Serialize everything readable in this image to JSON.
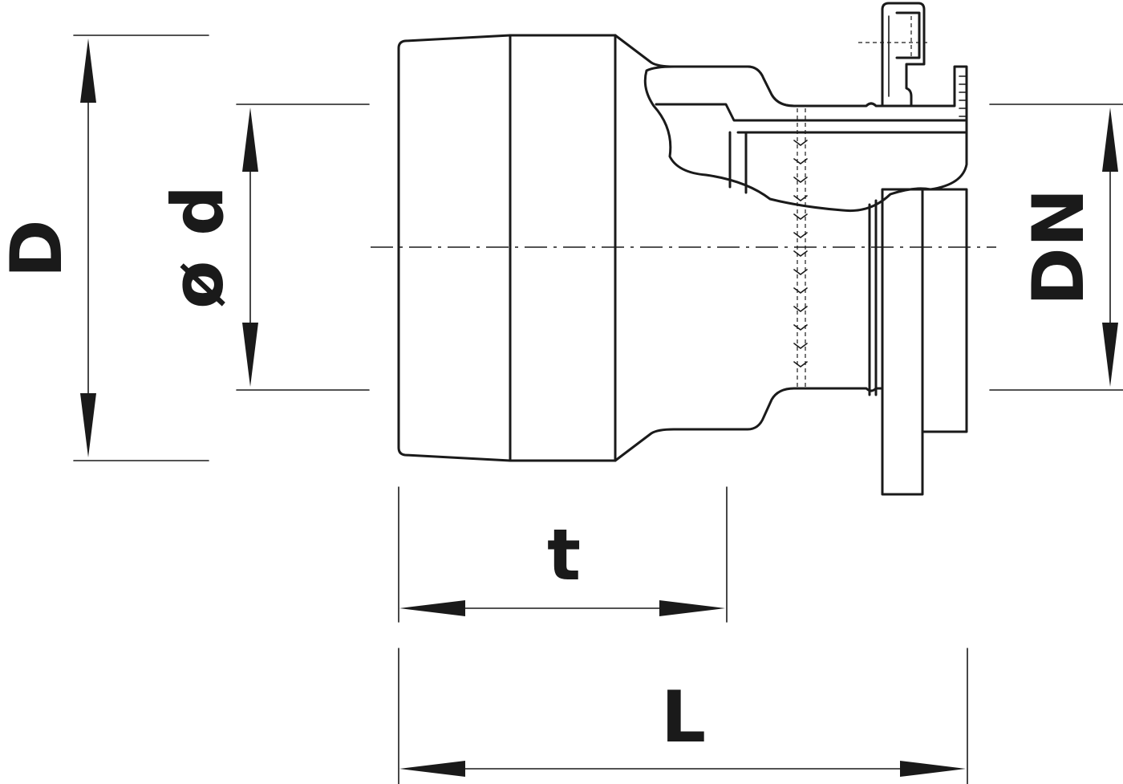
{
  "dimensions": {
    "outer_diameter": "D",
    "inner_diameter": "ø d",
    "nominal_diameter": "DN",
    "socket_depth": "t",
    "total_length": "L"
  },
  "colors": {
    "line": "#1a1a1a",
    "background": "#ffffff"
  }
}
